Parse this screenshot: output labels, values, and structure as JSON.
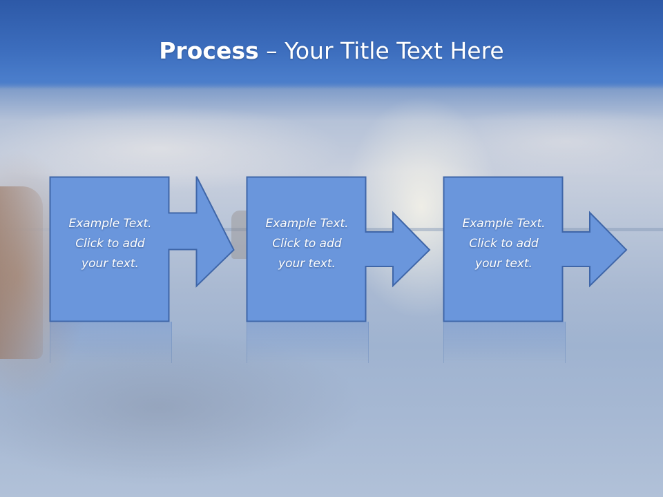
{
  "title": {
    "bold": "Process",
    "rest": " – Your Title Text Here"
  },
  "steps": [
    {
      "text": "Example Text.\nClick  to add\nyour text."
    },
    {
      "text": "Example Text.\nClick  to add\nyour text."
    },
    {
      "text": "Example Text.\nClick  to add\nyour text."
    }
  ],
  "colors": {
    "box_fill": "#6a96dc",
    "box_stroke": "#3f66a8",
    "title_band": "#3c6dbd",
    "text": "#ffffff"
  }
}
